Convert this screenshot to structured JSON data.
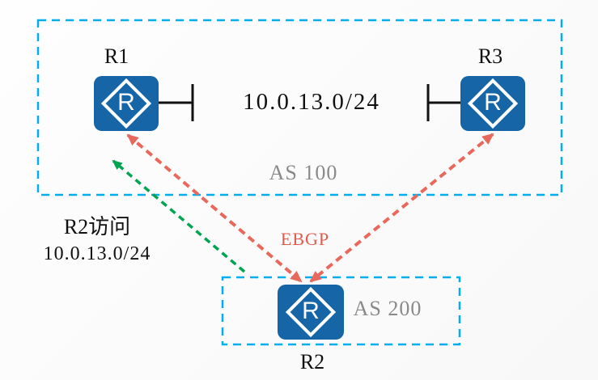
{
  "diagram": {
    "as100": {
      "label": "AS 100"
    },
    "as200": {
      "label": "AS 200"
    },
    "routers": {
      "r1": {
        "label": "R1"
      },
      "r2": {
        "label": "R2"
      },
      "r3": {
        "label": "R3"
      }
    },
    "router_glyph": "R",
    "link": {
      "network_label": "10.0.13.0/24"
    },
    "ebgp": {
      "label": "EBGP"
    },
    "route_annotation": {
      "line1": "R2访问",
      "line2": "10.0.13.0/24"
    },
    "colors": {
      "boundary_cyan": "#00AEEF",
      "router_blue": "#1565A7",
      "ebgp_red": "#E8695B",
      "route_green": "#00A451",
      "as_label_gray": "#8A8A8A",
      "link_black": "#111111"
    }
  }
}
